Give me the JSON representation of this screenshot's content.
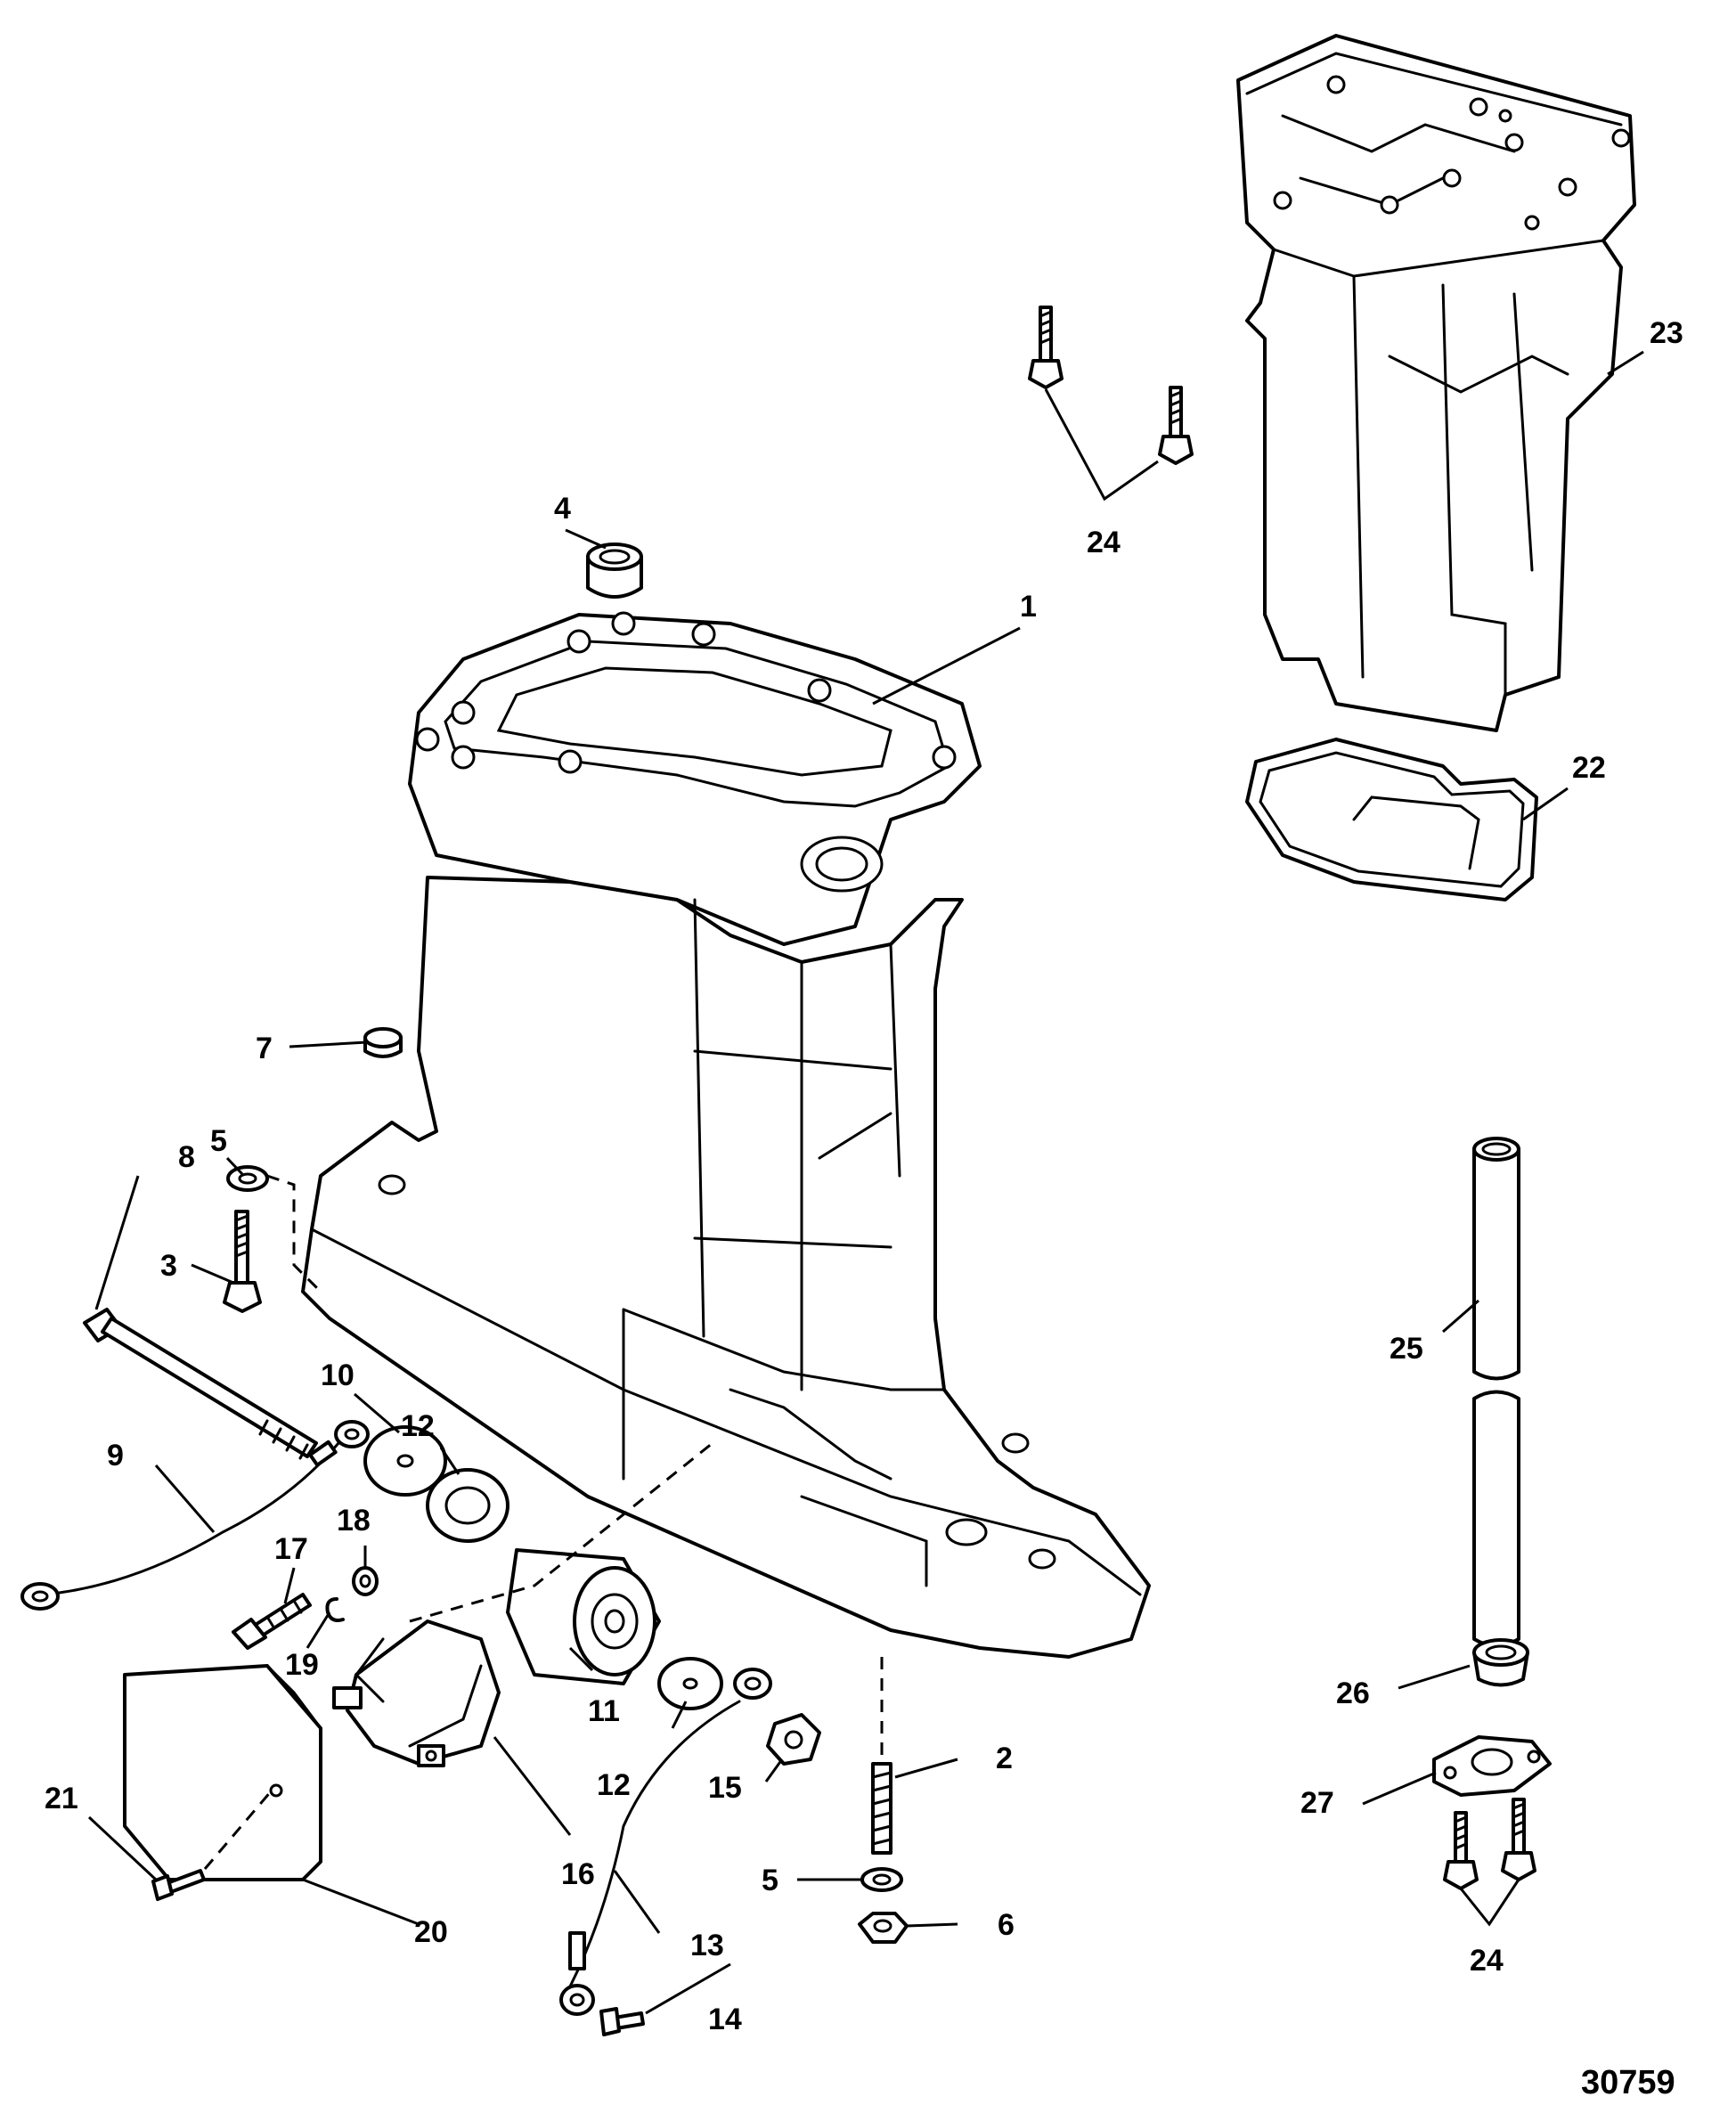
{
  "diagram": {
    "figure_number": "30759",
    "callouts": [
      "1",
      "2",
      "3",
      "4",
      "5",
      "5",
      "6",
      "7",
      "8",
      "9",
      "10",
      "11",
      "12",
      "12",
      "13",
      "14",
      "15",
      "16",
      "17",
      "18",
      "19",
      "20",
      "21",
      "22",
      "23",
      "24",
      "24",
      "25",
      "26",
      "27"
    ]
  }
}
